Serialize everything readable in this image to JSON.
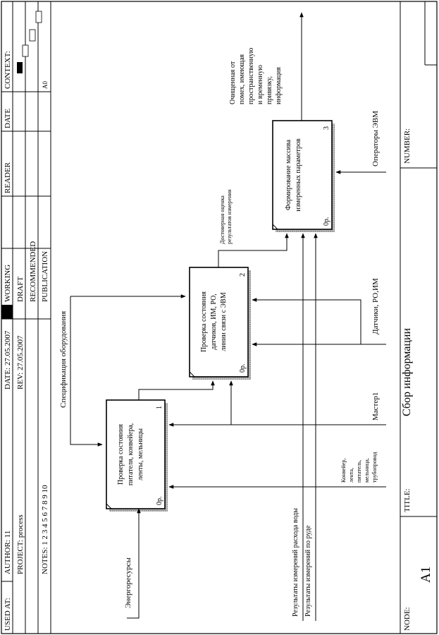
{
  "header": {
    "used_at": "USED AT:",
    "author": "AUTHOR:  11",
    "project": "PROJECT:  process",
    "notes": "NOTES:  1  2  3  4  5  6  7  8  9  10",
    "date": "DATE: 27.05.2007",
    "rev": "REV:    27.05.2007",
    "working": "WORKING",
    "draft": "DRAFT",
    "recommended": "RECOMMENDED",
    "publication": "PUBLICATION",
    "reader": "READER",
    "date_col": "DATE",
    "context": "CONTEXT:",
    "node_id": "A0"
  },
  "footer": {
    "node_label": "NODE:",
    "node_value": "A1",
    "title_label": "TITLE:",
    "title_value": "Сбор информации",
    "number_label": "NUMBER:"
  },
  "activities": [
    {
      "lines": [
        "Проверка состояния",
        "питателя, конвейера,",
        "ленты, мельницы"
      ],
      "num": "1",
      "cost": "0р."
    },
    {
      "lines": [
        "Проверка состояния",
        "датчиков, ИМ, РО,",
        "линии связи с ЭВМ"
      ],
      "num": "2",
      "cost": "0р."
    },
    {
      "lines": [
        "Формирование массива",
        "измеренных параметров"
      ],
      "num": "3",
      "cost": "0р."
    }
  ],
  "arrows": {
    "energy": "Энергоресурсы",
    "equipment_spec": "Спецификация оборудования",
    "water_flow": "Результаты измерений расхода воды",
    "ore_measure": "Результаты измерений по руде",
    "reliable_estimate": [
      "Достоверная оценка",
      "результатов измерения"
    ],
    "cleaned_info": [
      "Очищенная от",
      "помех, имеющая",
      "пространственную",
      "и временную",
      "привязку,",
      "информация"
    ],
    "operators": "Операторы ЭВМ",
    "sensors": "Датчики, РО,ИМ",
    "master": "Мастер1",
    "conveyor": [
      "Конвейер,",
      "лента,",
      "питатель,",
      "мельница,",
      "трубопровод"
    ]
  }
}
